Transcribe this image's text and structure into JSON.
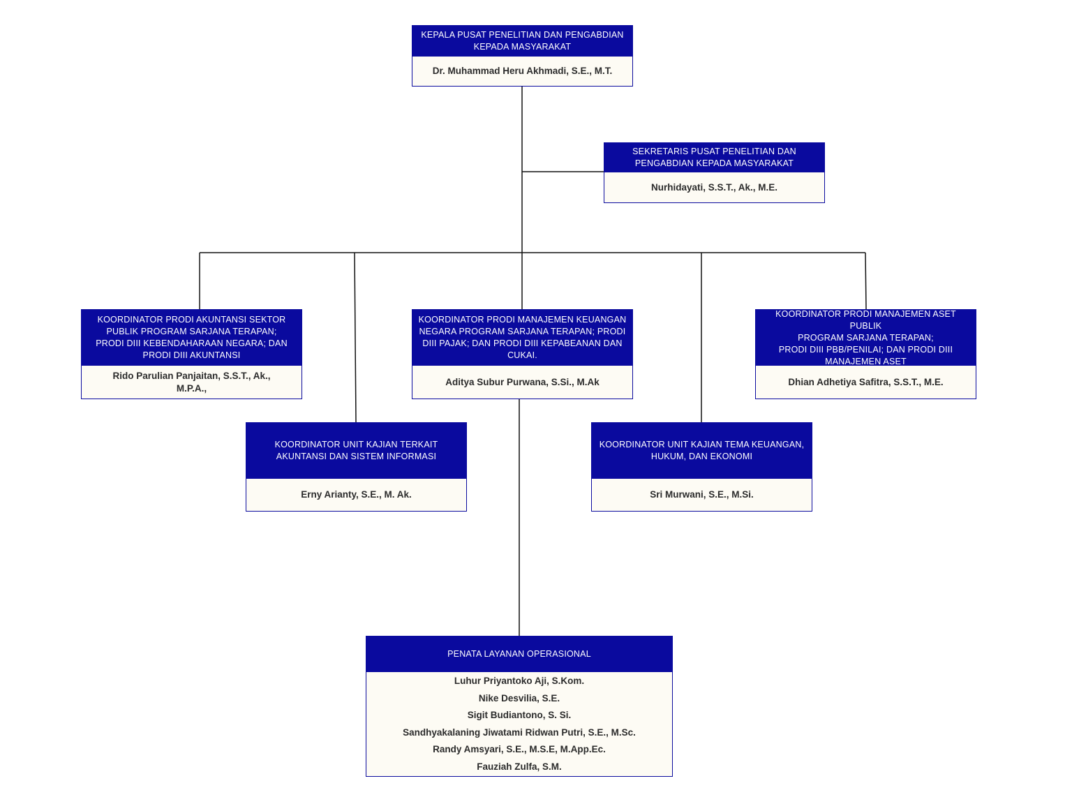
{
  "chart": {
    "head": {
      "title": "KEPALA PUSAT PENELITIAN DAN PENGABDIAN\nKEPADA MASYARAKAT",
      "name": "Dr. Muhammad Heru Akhmadi, S.E., M.T."
    },
    "secretary": {
      "title": "SEKRETARIS PUSAT PENELITIAN DAN\nPENGABDIAN KEPADA MASYARAKAT",
      "name": "Nurhidayati, S.S.T., Ak., M.E."
    },
    "coord_akuntansi": {
      "title": "KOORDINATOR PRODI AKUNTANSI SEKTOR\nPUBLIK PROGRAM SARJANA TERAPAN;\nPRODI DIII KEBENDAHARAAN NEGARA; DAN\nPRODI DIII AKUNTANSI",
      "name": "Rido Parulian Panjaitan, S.S.T., Ak.,\nM.P.A.,"
    },
    "coord_keuangan": {
      "title": "KOORDINATOR PRODI MANAJEMEN KEUANGAN\nNEGARA PROGRAM SARJANA TERAPAN; PRODI\nDIII PAJAK; DAN PRODI DIII KEPABEANAN DAN\nCUKAI.",
      "name": "Aditya Subur Purwana, S.Si., M.Ak"
    },
    "coord_aset": {
      "title": "KOORDINATOR PRODI MANAJEMEN ASET PUBLIK\nPROGRAM SARJANA TERAPAN;\nPRODI DIII PBB/PENILAI; DAN PRODI DIII\nMANAJEMEN ASET",
      "name": "Dhian Adhetiya Safitra, S.S.T., M.E."
    },
    "unit_akuntansi": {
      "title": "KOORDINATOR UNIT KAJIAN TERKAIT\nAKUNTANSI DAN SISTEM INFORMASI",
      "name": "Erny Arianty, S.E., M. Ak."
    },
    "unit_keuangan": {
      "title": "KOORDINATOR UNIT KAJIAN TEMA KEUANGAN,\nHUKUM, DAN EKONOMI",
      "name": "Sri Murwani, S.E., M.Si."
    },
    "operasional": {
      "title": "PENATA LAYANAN OPERASIONAL",
      "names": [
        "Luhur Priyantoko Aji, S.Kom.",
        "Nike Desvilia, S.E.",
        "Sigit Budiantono, S. Si.",
        "Sandhyakalaning Jiwatami Ridwan Putri, S.E., M.Sc.",
        "Randy Amsyari, S.E., M.S.E, M.App.Ec.",
        "Fauziah Zulfa, S.M."
      ]
    },
    "colors": {
      "header": "#0a0a9e",
      "body": "#fdfbf4",
      "line": "#111111"
    }
  }
}
